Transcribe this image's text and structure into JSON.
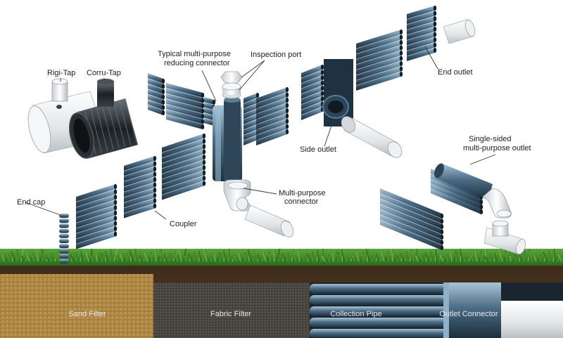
{
  "labels": {
    "rigi_tap": "Rigi-Tap",
    "corru_tap": "Corru-Tap",
    "reducing_connector_line1": "Typical multi-purpose",
    "reducing_connector_line2": "reducing connector",
    "inspection_port": "Inspection port",
    "end_outlet": "End outlet",
    "side_outlet": "Side outlet",
    "single_sided_line1": "Single-sided",
    "single_sided_line2": "multi-purpose outlet",
    "multi_purpose_line1": "Multi-purpose",
    "multi_purpose_line2": "connector",
    "end_cap": "End cap",
    "coupler": "Coupler"
  },
  "layers": {
    "sand_filter": "Sand Filter",
    "fabric_filter": "Fabric Filter",
    "collection_pipe": "Collection Pipe",
    "outlet_connector": "Outlet Connector"
  },
  "colors": {
    "pipe_dark": "#2f4658",
    "pipe_mid": "#4a6a82",
    "pipe_light": "#8fb0c6",
    "grass": "#3f8a2a",
    "sand": "#b08a4a",
    "fabric": "#4a4640",
    "pvc": "#e8ecee"
  }
}
